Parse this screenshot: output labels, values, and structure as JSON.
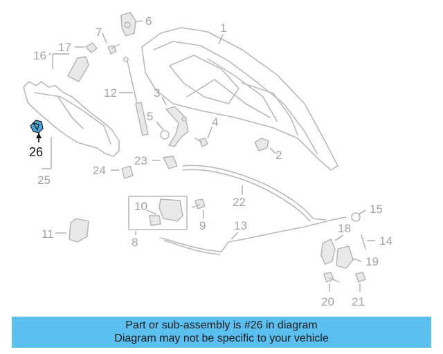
{
  "diagram": {
    "callouts": [
      "1",
      "2",
      "3",
      "4",
      "5",
      "6",
      "7",
      "8",
      "9",
      "10",
      "11",
      "12",
      "13",
      "14",
      "15",
      "16",
      "17",
      "18",
      "19",
      "20",
      "21",
      "22",
      "23",
      "24",
      "25",
      "26"
    ],
    "highlighted_part": "26",
    "highlight_color": "#4aa8d8",
    "line_color": "#b9b9b9"
  },
  "banner": {
    "line1": "Part or sub-assembly is #26 in diagram",
    "line2": "Diagram may not be specific to your vehicle",
    "color": "#5bc0f0"
  }
}
